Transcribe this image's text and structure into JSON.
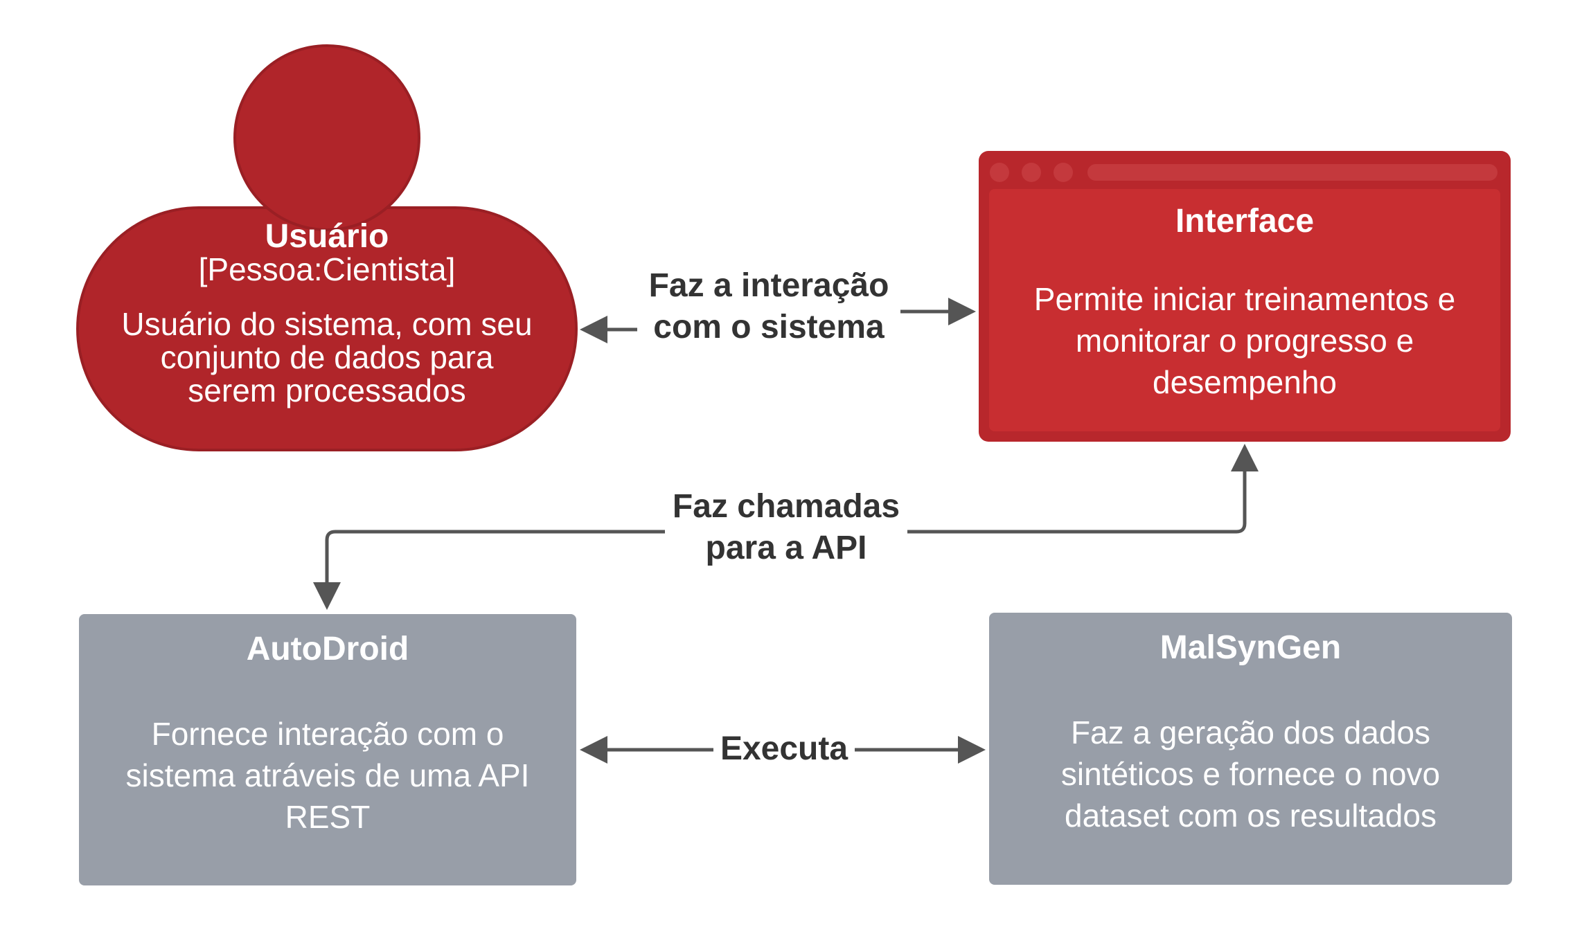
{
  "colors": {
    "person_fill": "#B0252A",
    "person_border": "#9A1F24",
    "interface_frame": "#B8272C",
    "interface_fill": "#C82E31",
    "system_fill": "#989EA8",
    "arrow": "#555555",
    "label_text": "#333333"
  },
  "nodes": {
    "usuario": {
      "icon": "person-icon",
      "title": "Usuário",
      "subtitle": "[Pessoa:Cientista]",
      "description_lines": [
        "Usuário do sistema, com seu",
        "conjunto de dados para",
        "serem processados"
      ]
    },
    "interface": {
      "icon": "browser-window-icon",
      "title": "Interface",
      "description_lines": [
        "Permite  iniciar treinamentos e",
        "monitorar o progresso e",
        "desempenho"
      ]
    },
    "autodroid": {
      "title": "AutoDroid",
      "description_lines": [
        "Fornece interação com o",
        "sistema atráveis de uma API",
        "REST"
      ]
    },
    "malsyngen": {
      "title": "MalSynGen",
      "description_lines": [
        "Faz a geração dos dados",
        "sintéticos e fornece o novo",
        "dataset com os resultados"
      ]
    }
  },
  "edges": {
    "usuario_interface": {
      "label_lines": [
        "Faz a interação",
        "com o sistema"
      ]
    },
    "interface_autodroid": {
      "label_lines": [
        "Faz chamadas",
        "para a API"
      ]
    },
    "autodroid_malsyngen": {
      "label": "Executa"
    }
  }
}
